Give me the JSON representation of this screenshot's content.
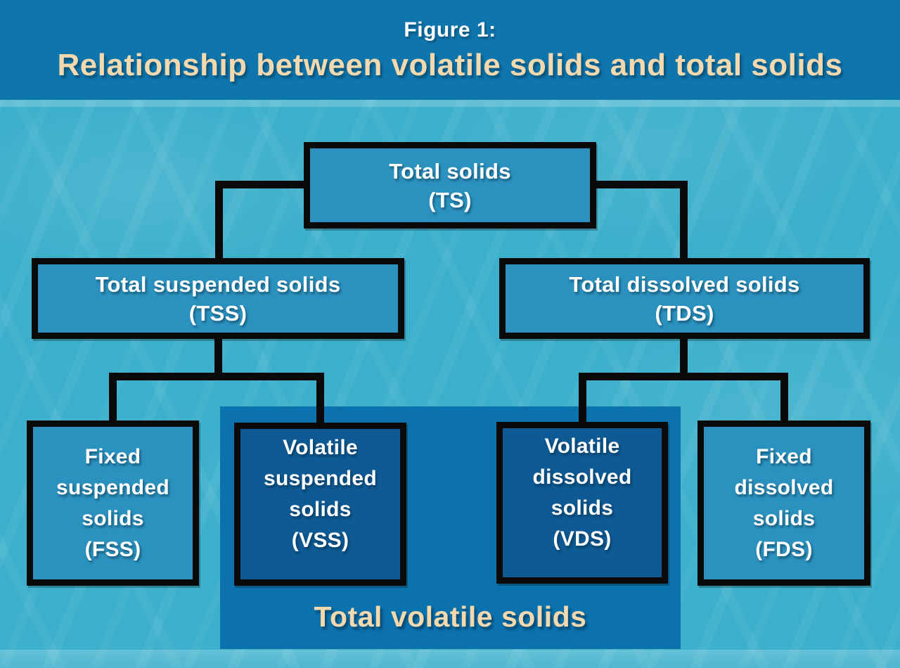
{
  "header": {
    "figure_label": "Figure 1:",
    "title": "Relationship between volatile solids and total solids"
  },
  "nodes": {
    "ts": {
      "lines": [
        "Total solids",
        "(TS)"
      ]
    },
    "tss": {
      "lines": [
        "Total suspended solids",
        "(TSS)"
      ]
    },
    "tds": {
      "lines": [
        "Total dissolved solids",
        "(TDS)"
      ]
    },
    "fss": {
      "lines": [
        "Fixed",
        "suspended",
        "solids",
        "(FSS)"
      ]
    },
    "vss": {
      "lines": [
        "Volatile",
        "suspended",
        "solids",
        "(VSS)"
      ]
    },
    "vds": {
      "lines": [
        "Volatile",
        "dissolved",
        "solids",
        "(VDS)"
      ]
    },
    "fds": {
      "lines": [
        "Fixed",
        "dissolved",
        "solids",
        "(FDS)"
      ]
    }
  },
  "panel": {
    "label": "Total volatile solids"
  },
  "colors": {
    "bg": "#3bafcb",
    "header": "#0f76ad",
    "node": "#2b92bf",
    "panel": "#0b72ae",
    "volatile": "#0e5a94",
    "line": "#0a0a0a",
    "cream": "#f5d9ae",
    "white": "#ffffff"
  }
}
